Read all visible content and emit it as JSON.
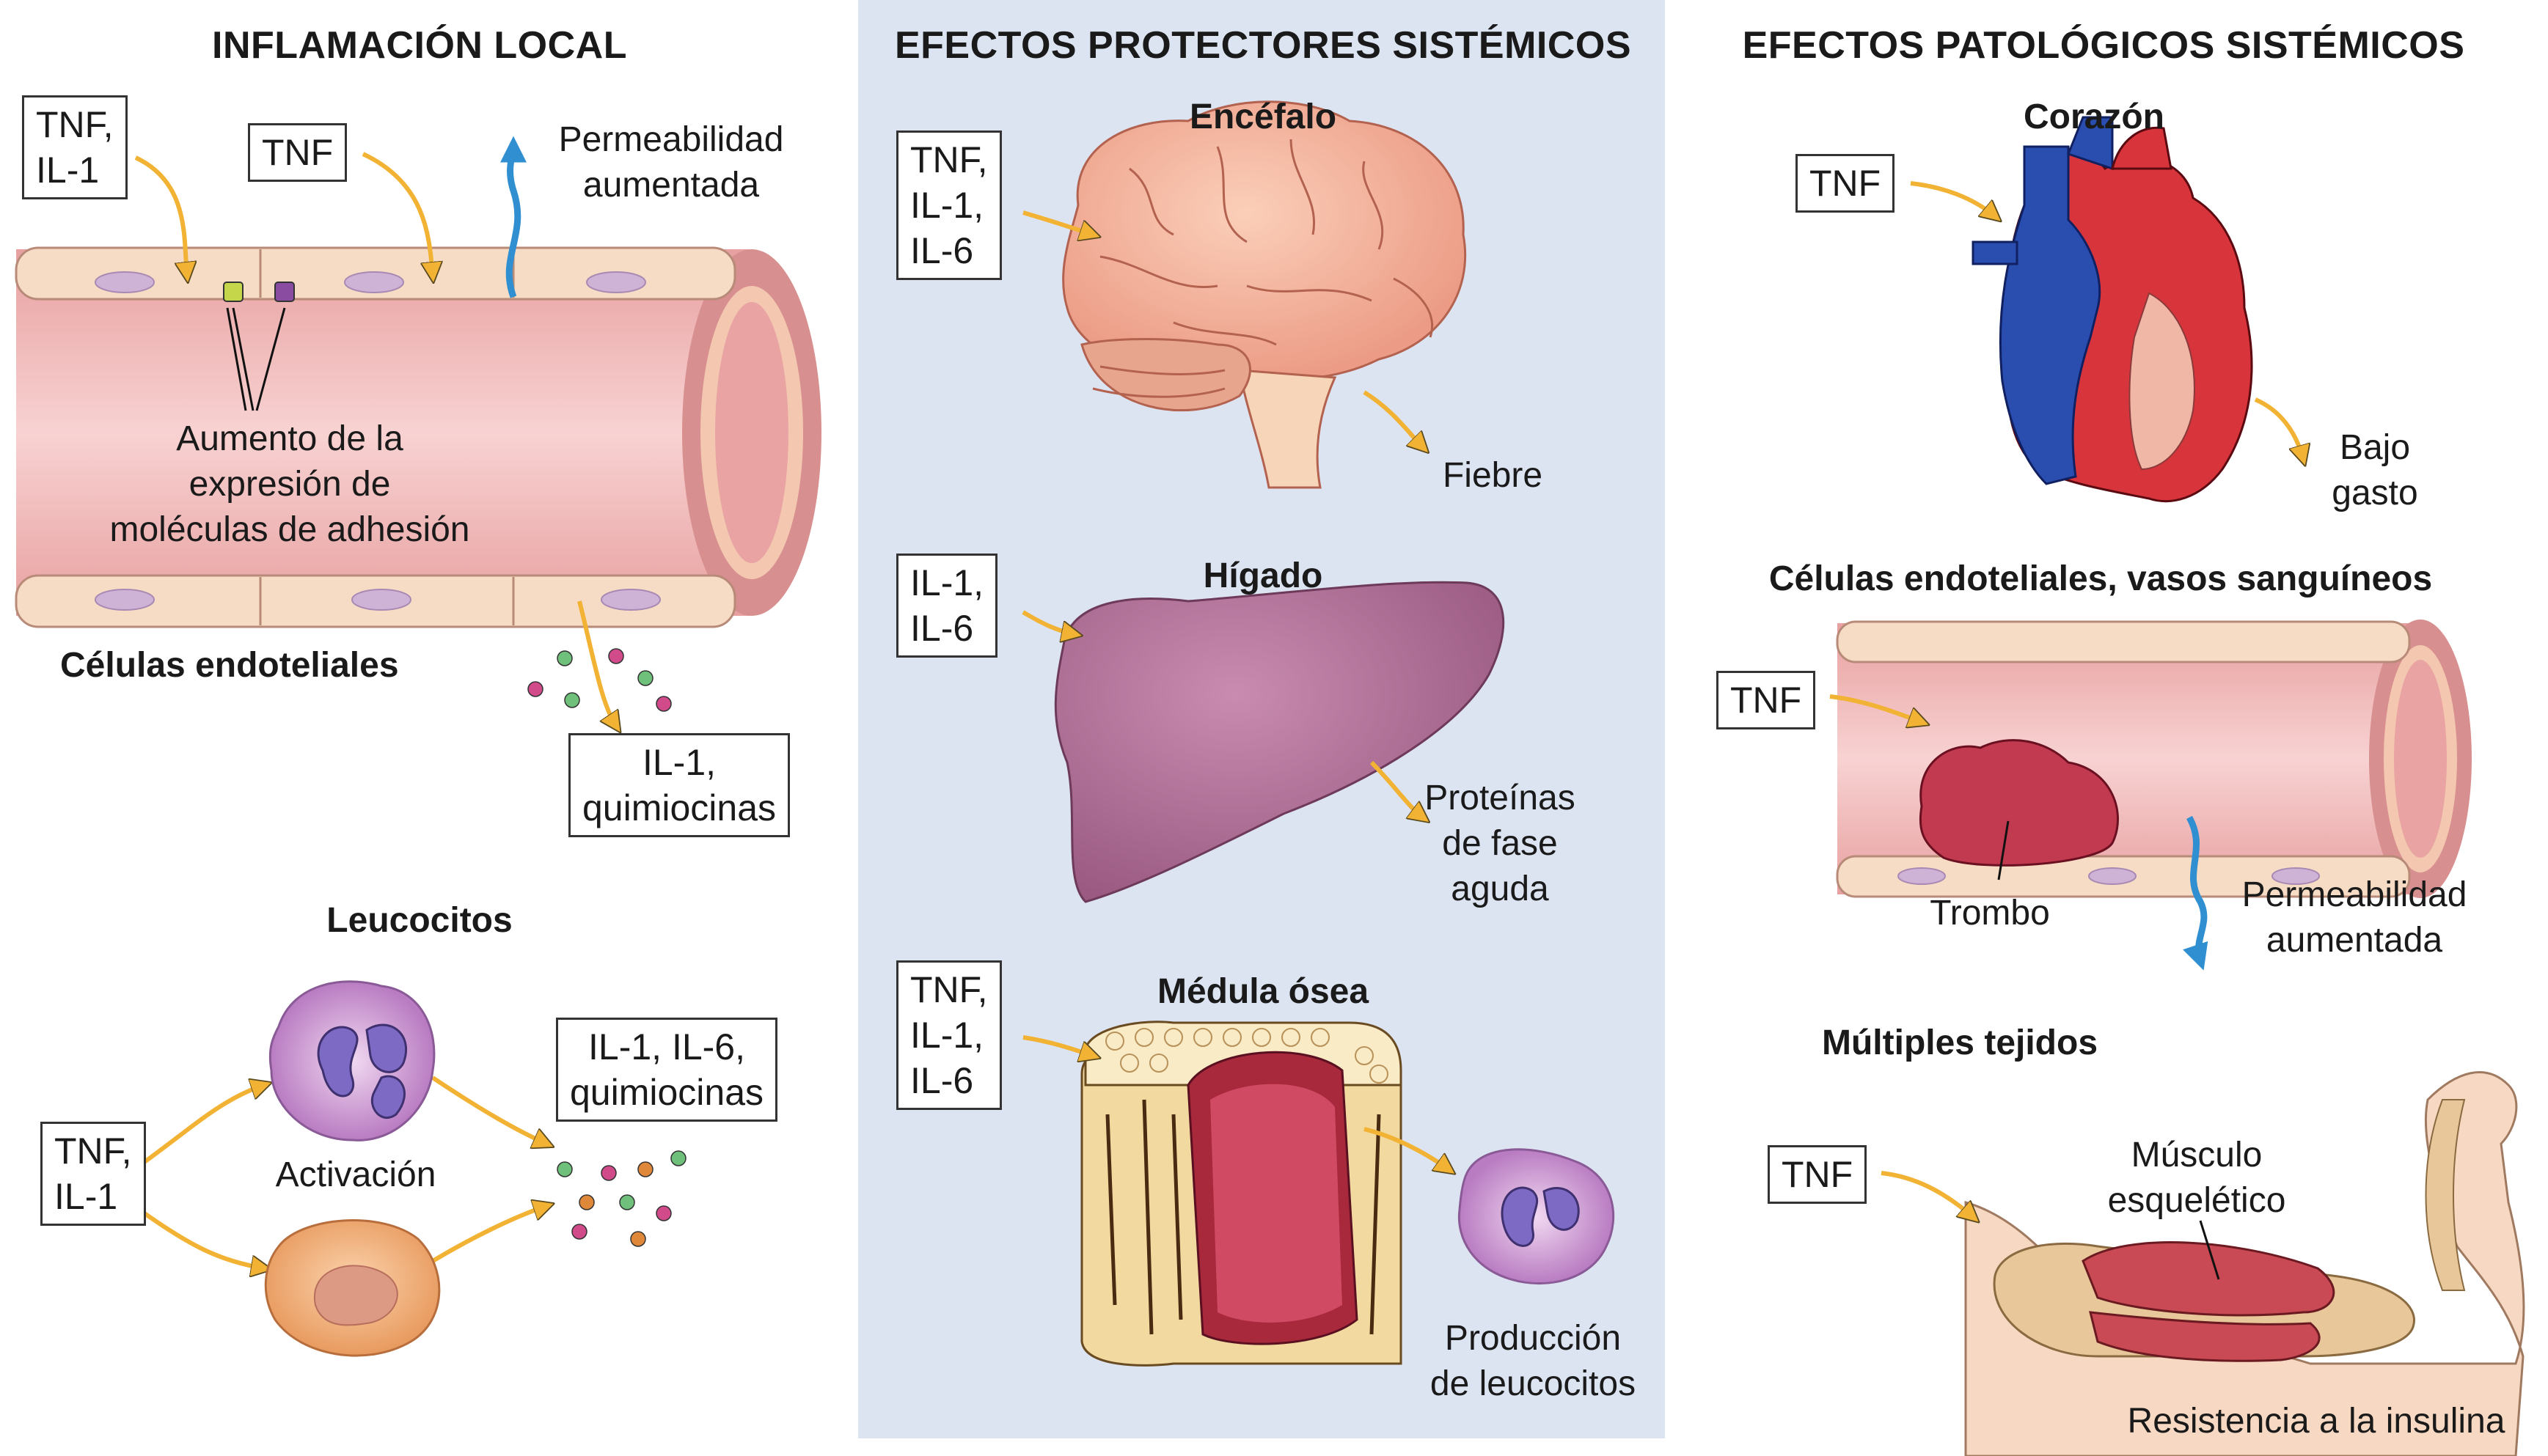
{
  "sections": {
    "local": {
      "title": "INFLAMACIÓN LOCAL",
      "box_tnf_il1": [
        "TNF,",
        "IL-1"
      ],
      "box_tnf": "TNF",
      "permeability": [
        "Permeabilidad",
        "aumentada"
      ],
      "adhesion": [
        "Aumento de la",
        "expresión de",
        "moléculas de adhesión"
      ],
      "endothelial": "Células endoteliales",
      "box_il1_chemokines": [
        "IL-1,",
        "quimiocinas"
      ],
      "leukocytes": "Leucocitos",
      "box_leuk_tnf": [
        "TNF,",
        "IL-1"
      ],
      "activation": "Activación",
      "box_leuk_out": [
        "IL-1, IL-6,",
        "quimiocinas"
      ]
    },
    "protective": {
      "title": "EFECTOS PROTECTORES SISTÉMICOS",
      "brain": "Encéfalo",
      "brain_box": [
        "TNF,",
        "IL-1,",
        "IL-6"
      ],
      "fever": "Fiebre",
      "liver": "Hígado",
      "liver_box": [
        "IL-1,",
        "IL-6"
      ],
      "acute_phase": [
        "Proteínas",
        "de fase",
        "aguda"
      ],
      "marrow": "Médula ósea",
      "marrow_box": [
        "TNF,",
        "IL-1,",
        "IL-6"
      ],
      "leuk_production": [
        "Producción",
        "de leucocitos"
      ]
    },
    "pathologic": {
      "title": "EFECTOS PATOLÓGICOS SISTÉMICOS",
      "heart": "Corazón",
      "heart_box": "TNF",
      "low_output": [
        "Bajo",
        "gasto"
      ],
      "vessels": "Células endoteliales, vasos sanguíneos",
      "vessels_box": "TNF",
      "thrombus": "Trombo",
      "permeability": [
        "Permeabilidad",
        "aumentada"
      ],
      "tissues": "Múltiples tejidos",
      "tissues_box": "TNF",
      "muscle": [
        "Músculo",
        "esquelético"
      ],
      "insulin": "Resistencia a la insulina"
    }
  },
  "colors": {
    "panel_bg": "#dce4f2",
    "arrow": "#f2b233",
    "vessel_lumen": "#f2c4c4",
    "vessel_wall": "#e8a4a4",
    "endothelium": "#f6dcc4",
    "permeability_arrow": "#2f8fd0"
  },
  "icons": [
    "vessel-illustration",
    "brain-illustration",
    "liver-illustration",
    "bone-marrow-illustration",
    "heart-illustration",
    "arm-muscle-illustration",
    "leukocyte-illustration"
  ]
}
